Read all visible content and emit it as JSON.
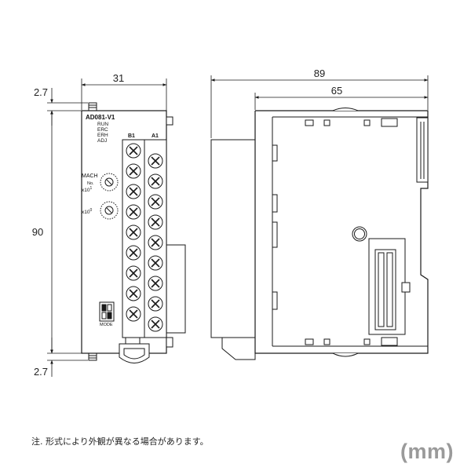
{
  "dimensions": {
    "front_width": "31",
    "overall_depth": "89",
    "body_depth": "65",
    "height": "90",
    "top_offset": "2.7",
    "bottom_offset": "2.7"
  },
  "front_panel": {
    "model": "AD081-V1",
    "leds": [
      "RUN",
      "ERC",
      "ERH",
      "ADJ"
    ],
    "terminal_col_b": "B1",
    "terminal_col_a": "A1",
    "mach_label": "MACH",
    "no_label": "No.",
    "x10_1_base": "x10",
    "x10_1_exp": "1",
    "x10_0_base": "x10",
    "x10_0_exp": "0",
    "mode_label": "MODE"
  },
  "footer": {
    "note": "注. 形式により外観が異なる場合があります。",
    "unit": "(mm)"
  },
  "colors": {
    "line": "#1a1a1a",
    "unit_text": "#9a9a9a"
  }
}
